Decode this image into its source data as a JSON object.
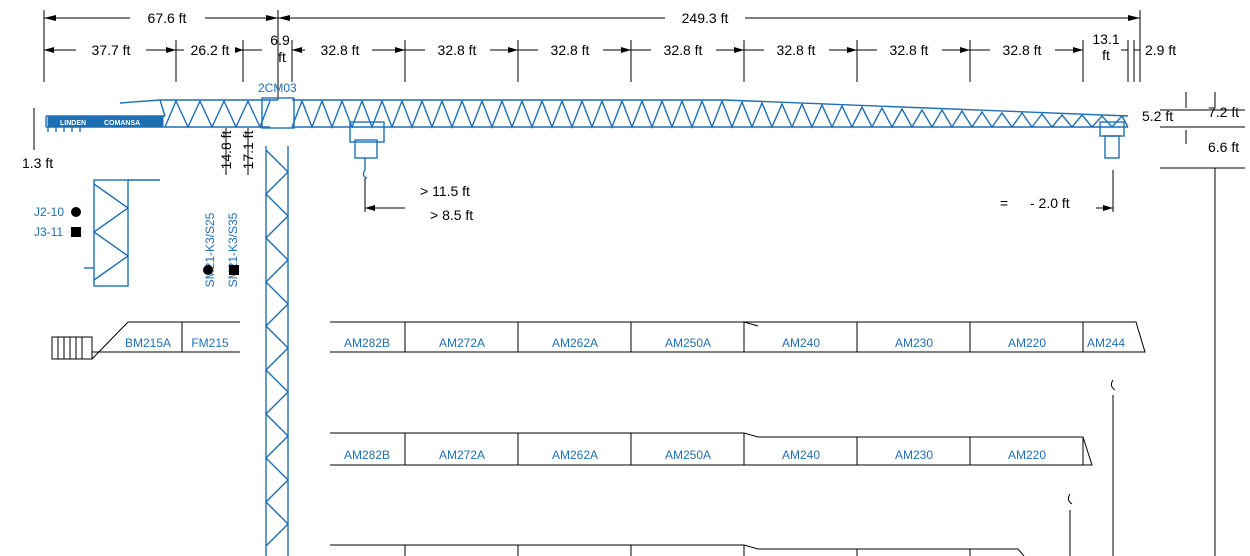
{
  "dims": {
    "top_left": "67.6 ft",
    "top_right": "249.3 ft",
    "d1": "37.7 ft",
    "d2": "26.2 ft",
    "d3a": "6.9",
    "d3b": "ft",
    "seg": "32.8 ft",
    "d13a": "13.1",
    "d13b": "ft",
    "d29": "2.9 ft",
    "d13ft": "1.3 ft",
    "d148": "14.8 ft",
    "d171": "17.1 ft",
    "d52": "5.2 ft",
    "d72": "7.2 ft",
    "d66": "6.6 ft",
    "trolley1": "> 11.5 ft",
    "trolley2": "> 8.5 ft",
    "trolley3": "= ",
    "trolley3b": " - 2.0 ft"
  },
  "labels": {
    "head": "2CM03",
    "brand": "LINDEN",
    "brand2": "COMANSA",
    "sm25": "SM21-K3/S25",
    "sm35": "SM21-K3/S35",
    "j2": "J2-10",
    "j3": "J3-11"
  },
  "counter_jib": [
    "BM215A",
    "FM215"
  ],
  "jib_rows": [
    [
      "AM282B",
      "AM272A",
      "AM262A",
      "AM250A",
      "AM240",
      "AM230",
      "AM220",
      "AM244"
    ],
    [
      "AM282B",
      "AM272A",
      "AM262A",
      "AM250A",
      "AM240",
      "AM230",
      "AM220"
    ],
    [
      "",
      "",
      "",
      "",
      "",
      "",
      ""
    ]
  ],
  "colors": {
    "crane_blue": "#1f6fb4",
    "text": "#000000"
  }
}
